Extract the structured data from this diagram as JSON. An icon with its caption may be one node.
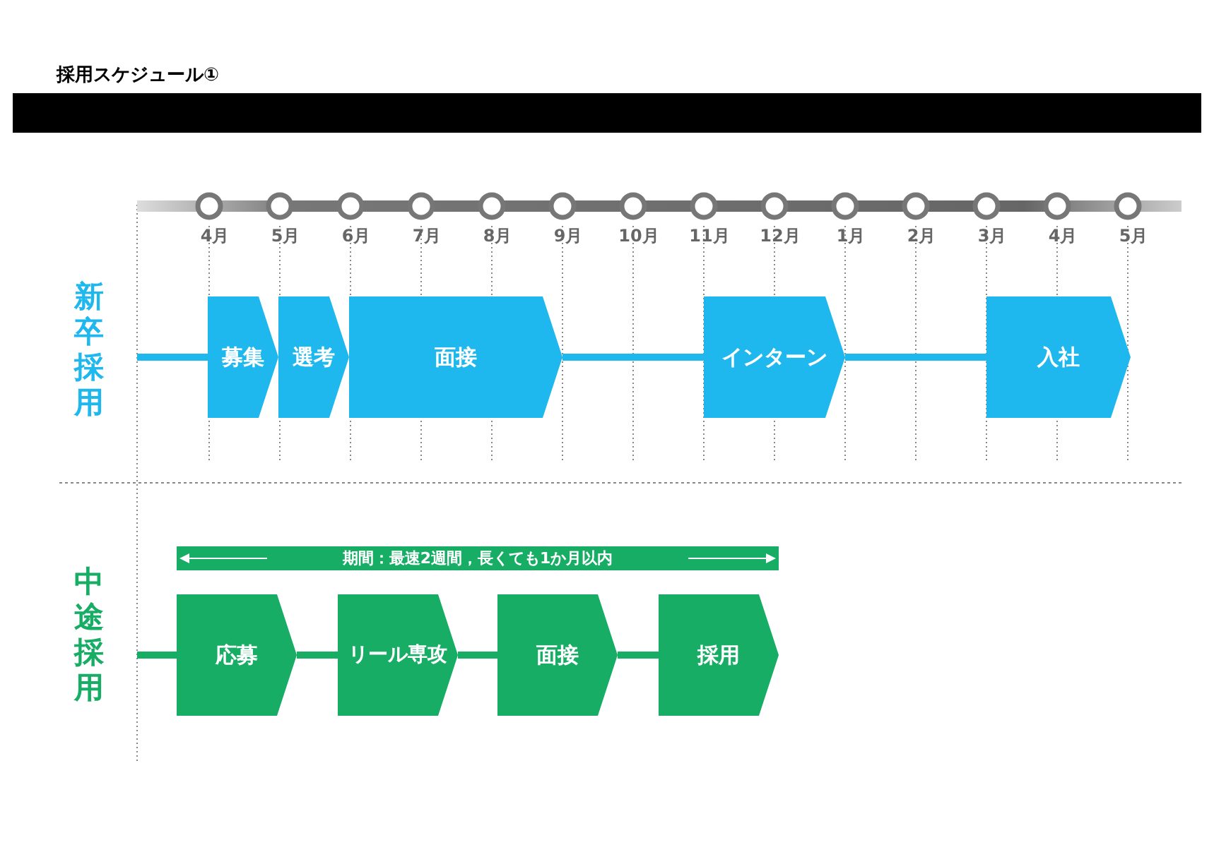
{
  "diagram": {
    "title": "採用スケジュール①",
    "nodes": [
      {
        "text": [
          "募集"
        ]
      },
      {
        "text": [
          "選考"
        ]
      },
      {
        "text": [
          "面接"
        ]
      },
      {
        "text": [
          "インターン"
        ]
      },
      {
        "text": [
          "入社"
        ]
      },
      {
        "text": [
          "応募"
        ]
      },
      {
        "text": [
          "リール専攻"
        ]
      },
      {
        "text": [
          "面接"
        ]
      },
      {
        "text": [
          "採用"
        ]
      }
    ],
    "edges": [
      {
        "from": null,
        "to": 0,
        "arrow": "none",
        "color": "#1fb8ee"
      },
      {
        "from": 2,
        "to": 3,
        "arrow": "none",
        "color": "#1fb8ee"
      },
      {
        "from": 3,
        "to": 4,
        "arrow": "none",
        "color": "#1fb8ee"
      },
      {
        "from": null,
        "to": 5,
        "arrow": "none",
        "color": "#17ad65"
      },
      {
        "from": 5,
        "to": 6,
        "arrow": "none",
        "color": "#17ad65"
      },
      {
        "from": 6,
        "to": 7,
        "arrow": "none",
        "color": "#17ad65"
      },
      {
        "from": 7,
        "to": 8,
        "arrow": "none",
        "color": "#17ad65"
      }
    ],
    "labels": [
      "4月",
      "5月",
      "6月",
      "7月",
      "8月",
      "9月",
      "10月",
      "11月",
      "12月",
      "1月",
      "2月",
      "3月",
      "4月",
      "5月",
      "新卒採用",
      "期間：最速2週間，長くても1か月以内",
      "中途採用"
    ]
  }
}
